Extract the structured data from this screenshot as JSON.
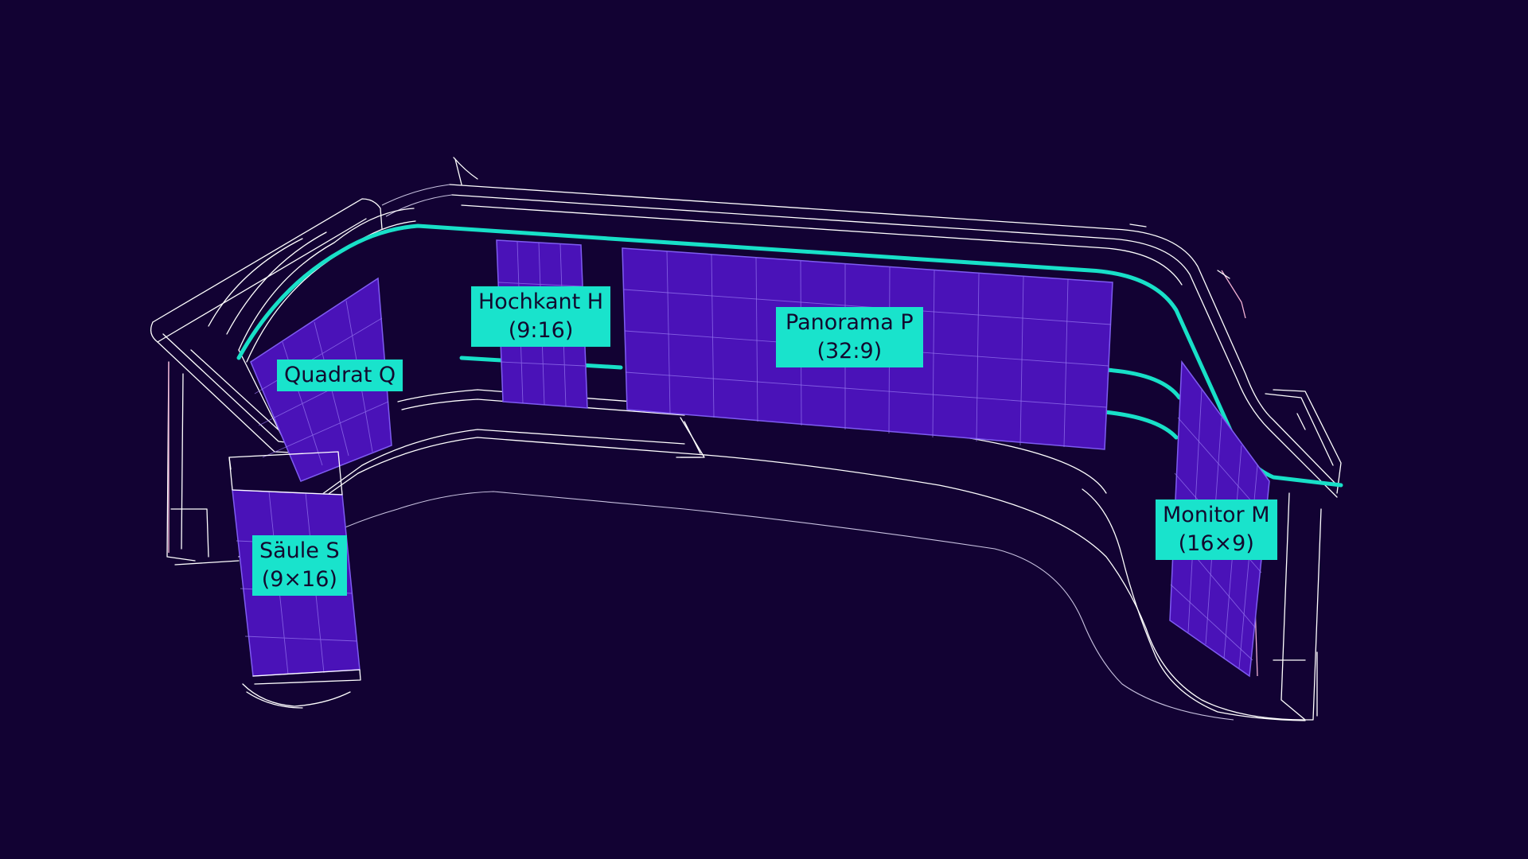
{
  "labels": {
    "quadrat": {
      "name": "Quadrat Q",
      "ratio": ""
    },
    "hochkant": {
      "name": "Hochkant H",
      "ratio": "(9:16)"
    },
    "panorama": {
      "name": "Panorama P",
      "ratio": "(32:9)"
    },
    "saeule": {
      "name": "Säule S",
      "ratio": "(9×16)"
    },
    "monitor": {
      "name": "Monitor M",
      "ratio": "(16×9)"
    }
  },
  "colors": {
    "background": "#120233",
    "screen_fill": "#4a12b8",
    "accent": "#18e0c8",
    "wireframe": "#ffffff"
  }
}
